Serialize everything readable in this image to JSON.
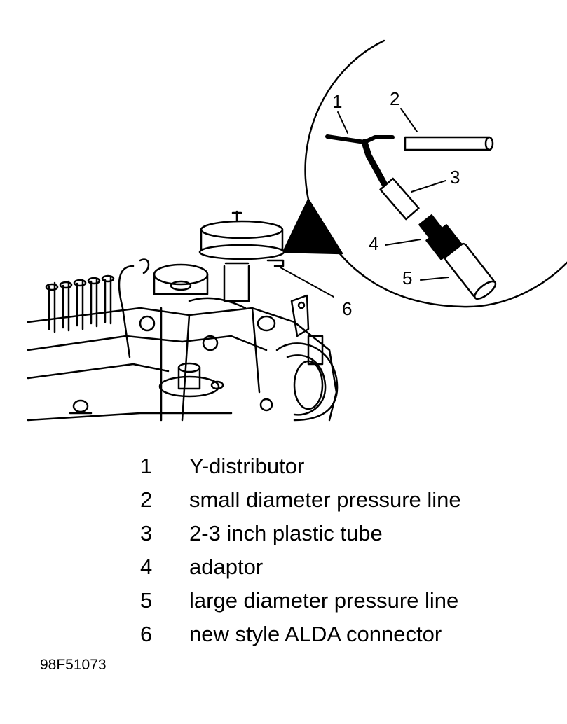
{
  "callouts": [
    "1",
    "2",
    "3",
    "4",
    "5",
    "6"
  ],
  "legend": [
    {
      "num": "1",
      "text": "Y-distributor"
    },
    {
      "num": "2",
      "text": "small diameter pressure line"
    },
    {
      "num": "3",
      "text": "2-3 inch plastic tube"
    },
    {
      "num": "4",
      "text": "adaptor"
    },
    {
      "num": "5",
      "text": "large diameter pressure line"
    },
    {
      "num": "6",
      "text": "new style ALDA connector"
    }
  ],
  "figure_code": "98F51073"
}
